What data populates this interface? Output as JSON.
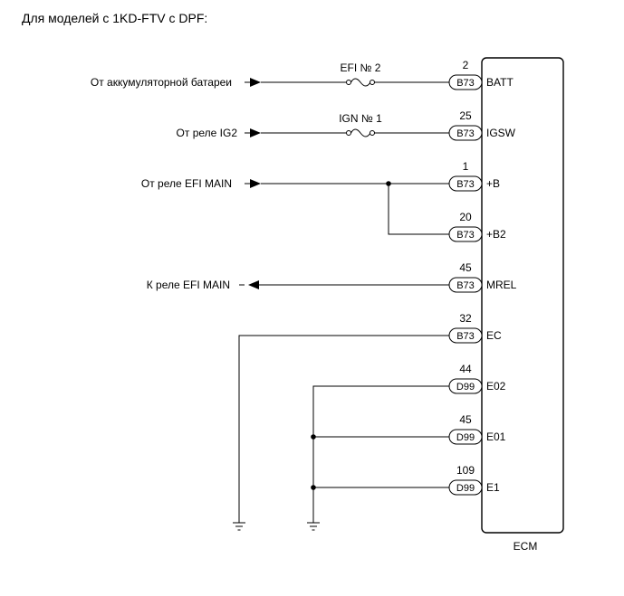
{
  "title": "Для моделей с 1KD-FTV с DPF:",
  "ecm_label": "ECM",
  "sources": {
    "battery": "От аккумуляторной батареи",
    "ig2": "От реле IG2",
    "efi_main_in": "От реле EFI MAIN",
    "efi_main_out": "К реле EFI MAIN"
  },
  "fuses": {
    "efi": "EFI № 2",
    "ign": "IGN № 1"
  },
  "pins": [
    {
      "id": "batt",
      "number": "2",
      "connector": "B73",
      "name": "BATT"
    },
    {
      "id": "igsw",
      "number": "25",
      "connector": "B73",
      "name": "IGSW"
    },
    {
      "id": "b",
      "number": "1",
      "connector": "B73",
      "name": "+B"
    },
    {
      "id": "b2",
      "number": "20",
      "connector": "B73",
      "name": "+B2"
    },
    {
      "id": "mrel",
      "number": "45",
      "connector": "B73",
      "name": "MREL"
    },
    {
      "id": "ec",
      "number": "32",
      "connector": "B73",
      "name": "EC"
    },
    {
      "id": "e02",
      "number": "44",
      "connector": "D99",
      "name": "E02"
    },
    {
      "id": "e01",
      "number": "45",
      "connector": "D99",
      "name": "E01"
    },
    {
      "id": "e1",
      "number": "109",
      "connector": "D99",
      "name": "E1"
    }
  ]
}
